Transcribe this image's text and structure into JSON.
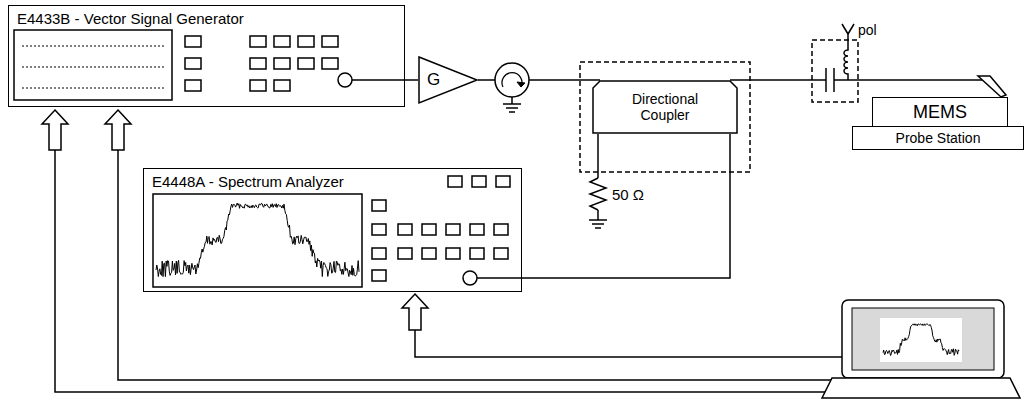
{
  "diagram": {
    "nodes": [
      {
        "text": [
          "E4433B - Vector Signal Generator"
        ]
      },
      {
        "text": [
          "E4448A - Spectrum Analyzer"
        ]
      },
      {
        "text": [
          "G"
        ]
      },
      {
        "text": [
          "Directional Coupler"
        ]
      },
      {
        "text": [
          "MEMS"
        ]
      },
      {
        "text": [
          "Probe Station"
        ]
      }
    ],
    "edges": [
      {
        "from": 0,
        "to": 2,
        "arrow": "none"
      },
      {
        "from": 3,
        "to": 1,
        "arrow": "none"
      }
    ],
    "labels": [
      "50 Ω",
      "pol"
    ]
  }
}
